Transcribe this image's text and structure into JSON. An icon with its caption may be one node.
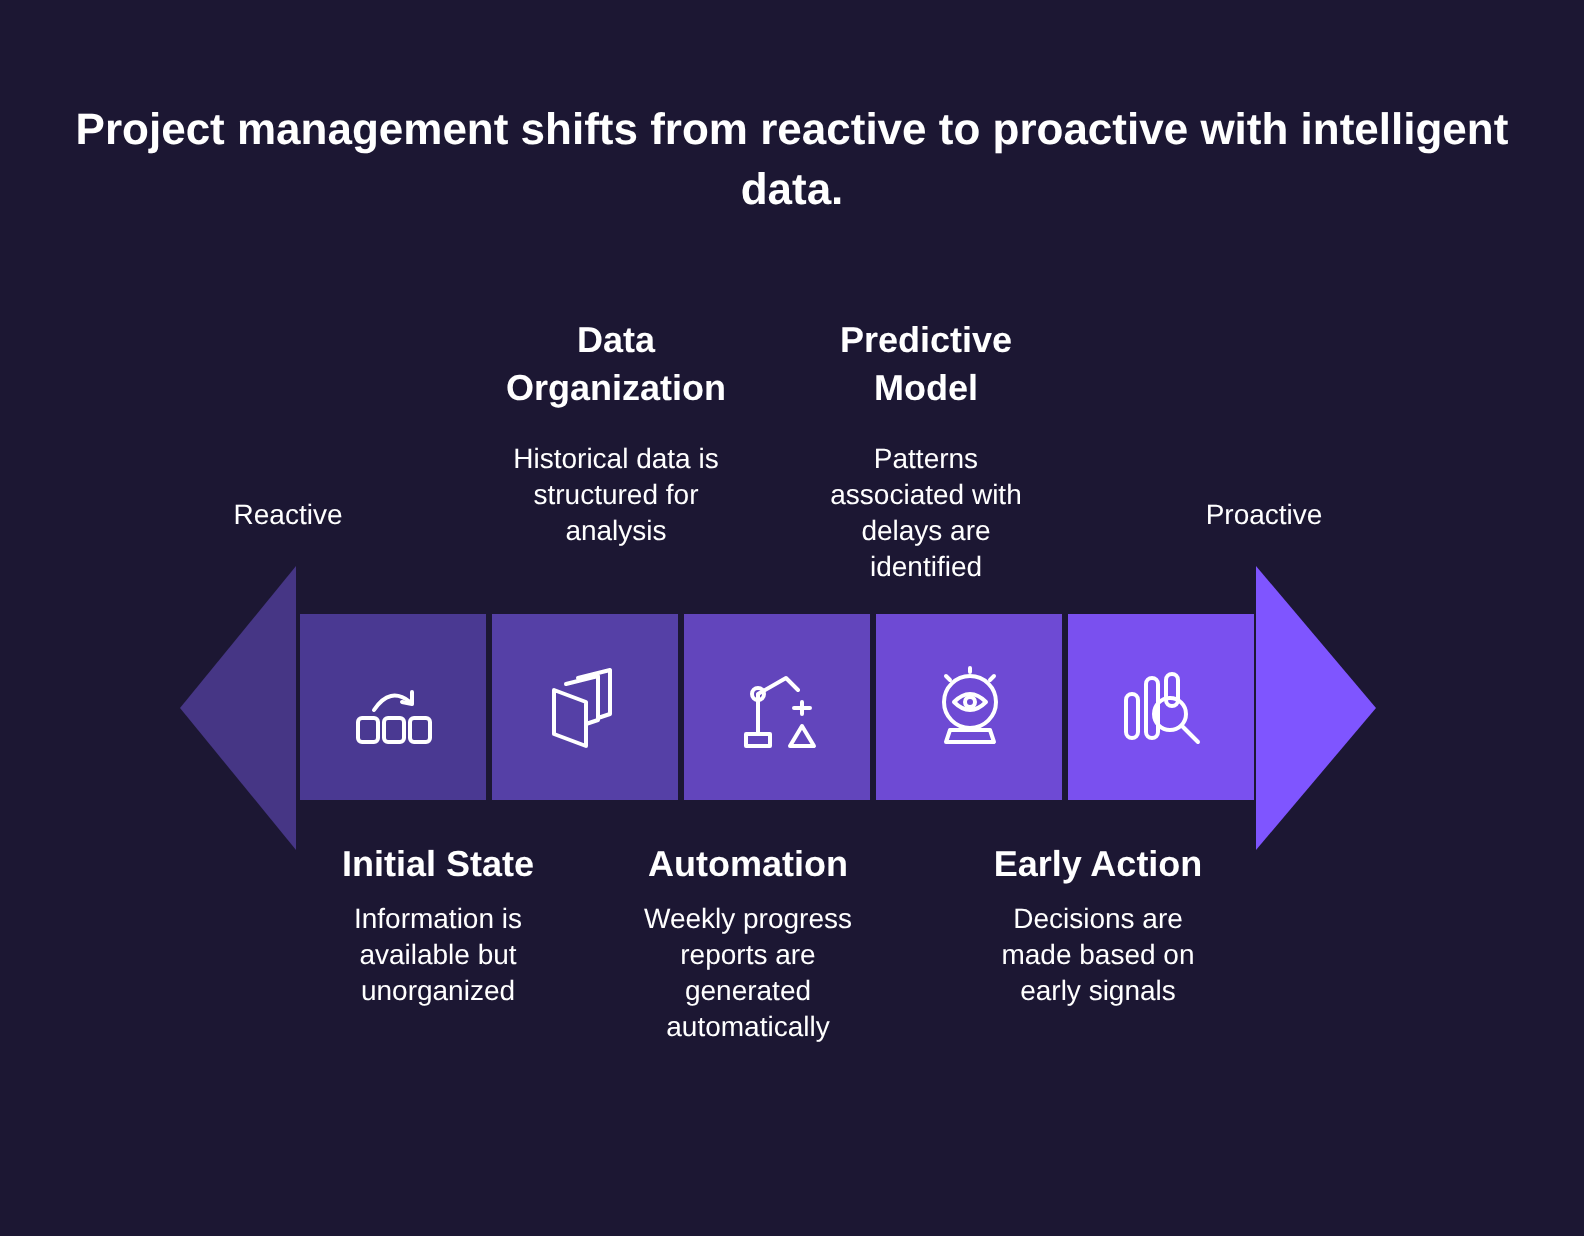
{
  "diagram": {
    "title": "Project management shifts from reactive to proactive with intelligent data.",
    "nodes": [
      {
        "text": [
          "Reactive"
        ]
      },
      {
        "text": [
          "Initial State",
          "Information is available but unorganized"
        ]
      },
      {
        "text": [
          "Data Organization",
          "Historical data is structured for analysis"
        ]
      },
      {
        "text": [
          "Automation",
          "Weekly progress reports are generated automatically"
        ]
      },
      {
        "text": [
          "Predictive Model",
          "Patterns associated with delays are identified"
        ]
      },
      {
        "text": [
          "Early Action",
          "Decisions are made based on early signals"
        ]
      },
      {
        "text": [
          "Proactive"
        ]
      }
    ]
  }
}
